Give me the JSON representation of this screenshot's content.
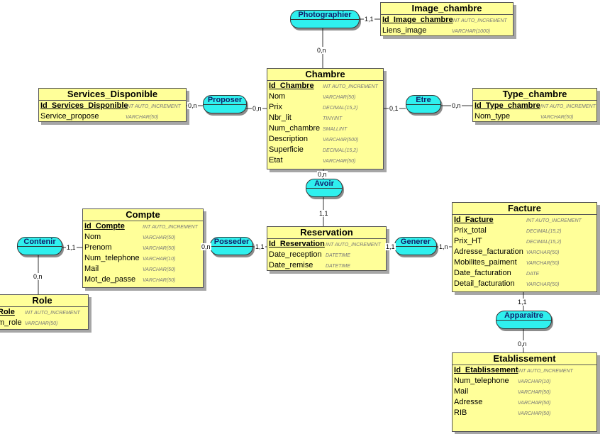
{
  "entities": {
    "image_chambre": {
      "title": "Image_chambre",
      "fields": [
        {
          "name": "Id_Image_chambre",
          "type": "INT AUTO_INCREMENT"
        },
        {
          "name": "Liens_image",
          "type": "VARCHAR(1000)"
        }
      ]
    },
    "chambre": {
      "title": "Chambre",
      "fields": [
        {
          "name": "Id_Chambre",
          "type": "INT AUTO_INCREMENT"
        },
        {
          "name": "Nom",
          "type": "VARCHAR(50)"
        },
        {
          "name": "Prix",
          "type": "DECIMAL(15,2)"
        },
        {
          "name": "Nbr_lit",
          "type": "TINYINT"
        },
        {
          "name": "Num_chambre",
          "type": "SMALLINT"
        },
        {
          "name": "Description",
          "type": "VARCHAR(500)"
        },
        {
          "name": "Superficie",
          "type": "DECIMAL(15,2)"
        },
        {
          "name": "Etat",
          "type": "VARCHAR(50)"
        }
      ]
    },
    "services_disponible": {
      "title": "Services_Disponible",
      "fields": [
        {
          "name": "Id_Services_Disponible",
          "type": "INT AUTO_INCREMENT"
        },
        {
          "name": "Service_propose",
          "type": "VARCHAR(50)"
        }
      ]
    },
    "type_chambre": {
      "title": "Type_chambre",
      "fields": [
        {
          "name": "Id_Type_chambre",
          "type": "INT AUTO_INCREMENT"
        },
        {
          "name": "Nom_type",
          "type": "VARCHAR(50)"
        }
      ]
    },
    "compte": {
      "title": "Compte",
      "fields": [
        {
          "name": "Id_Compte",
          "type": "INT AUTO_INCREMENT"
        },
        {
          "name": "Nom",
          "type": "VARCHAR(50)"
        },
        {
          "name": "Prenom",
          "type": "VARCHAR(50)"
        },
        {
          "name": "Num_telephone",
          "type": "VARCHAR(10)"
        },
        {
          "name": "Mail",
          "type": "VARCHAR(50)"
        },
        {
          "name": "Mot_de_passe",
          "type": "VARCHAR(50)"
        }
      ]
    },
    "reservation": {
      "title": "Reservation",
      "fields": [
        {
          "name": "Id_Reservation",
          "type": "INT AUTO_INCREMENT"
        },
        {
          "name": "Date_reception",
          "type": "DATETIME"
        },
        {
          "name": "Date_remise",
          "type": "DATETIME"
        }
      ]
    },
    "facture": {
      "title": "Facture",
      "fields": [
        {
          "name": "Id_Facture",
          "type": "INT AUTO_INCREMENT"
        },
        {
          "name": "Prix_total",
          "type": "DECIMAL(15,2)"
        },
        {
          "name": "Prix_HT",
          "type": "DECIMAL(15,2)"
        },
        {
          "name": "Adresse_facturation",
          "type": "VARCHAR(50)"
        },
        {
          "name": "Mobilites_paiment",
          "type": "VARCHAR(50)"
        },
        {
          "name": "Date_facturation",
          "type": "DATE"
        },
        {
          "name": "Detail_facturation",
          "type": "VARCHAR(50)"
        }
      ]
    },
    "role": {
      "title": "Role",
      "fields": [
        {
          "name": "Role",
          "type": "INT AUTO_INCREMENT"
        },
        {
          "name": "m_role",
          "type": "VARCHAR(50)"
        }
      ]
    },
    "etablissement": {
      "title": "Etablissement",
      "fields": [
        {
          "name": "Id_Etablissement",
          "type": "INT AUTO_INCREMENT"
        },
        {
          "name": "Num_telephone",
          "type": "VARCHAR(10)"
        },
        {
          "name": "Mail",
          "type": "VARCHAR(50)"
        },
        {
          "name": "Adresse",
          "type": "VARCHAR(50)"
        },
        {
          "name": "RIB",
          "type": "VARCHAR(50)"
        }
      ]
    }
  },
  "associations": {
    "photographier": "Photographier",
    "proposer": "Proposer",
    "etre": "Etre",
    "avoir": "Avoir",
    "contenir": "Contenir",
    "posseder": "Posseder",
    "generer": "Generer",
    "apparaitre": "Apparaitre"
  },
  "cardinalities": {
    "photographier_image": "1,1",
    "photographier_chambre": "0,n",
    "proposer_services": "0,n",
    "proposer_chambre": "0,n",
    "etre_chambre": "0,1",
    "etre_type": "0,n",
    "avoir_chambre": "0,n",
    "avoir_reservation": "1,1",
    "contenir_compte": "1,1",
    "contenir_role": "0,n",
    "posseder_compte": "0,n",
    "posseder_reservation": "1,1",
    "generer_reservation": "1,1",
    "generer_facture": "1,n",
    "apparaitre_facture": "1,1",
    "apparaitre_etablissement": "0,n"
  },
  "colors": {
    "entity_fill": "#ffff99",
    "association_fill": "#2ff0ee",
    "line": "#333333"
  }
}
